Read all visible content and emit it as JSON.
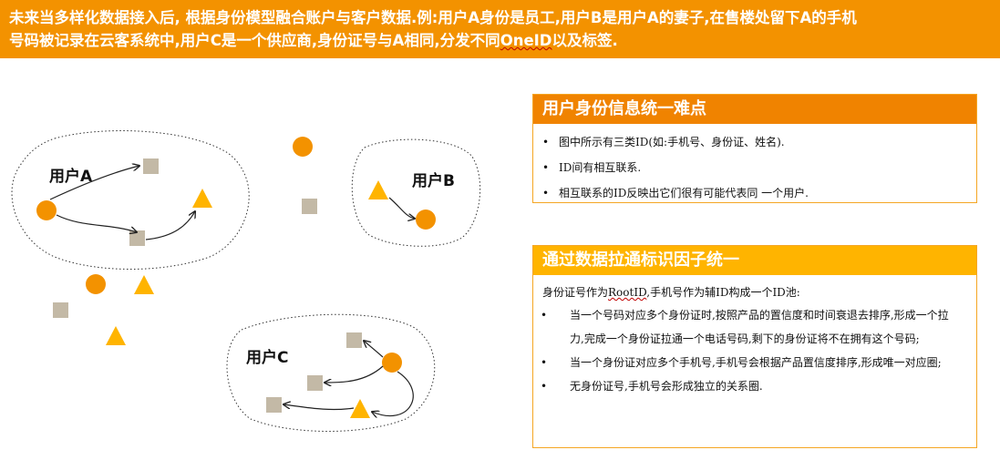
{
  "banner": {
    "line1": "未来当多样化数据接入后, 根据身份模型融合账户与客户数据.例:用户A身份是员工,用户B是用户A的妻子,在售楼处留下A的手机",
    "line2_pre": "号码被记录在云客系统中,用户C是一个供应商,身份证号与A相同,分发不同",
    "line2_oneid": "OneID",
    "line2_post": "以及标签."
  },
  "diagram": {
    "user_a": "用户A",
    "user_b": "用户B",
    "user_c": "用户C"
  },
  "panel1": {
    "title": "用户身份信息统一难点",
    "bullets": [
      "图中所示有三类ID(如:手机号、身份证、姓名).",
      "ID间有相互联系.",
      "相互联系的ID反映出它们很有可能代表同 一个用户."
    ]
  },
  "panel2": {
    "title": "通过数据拉通标识因子统一",
    "intro_pre": "身份证号作为",
    "intro_rootid": "RootID",
    "intro_post": ",手机号作为辅ID构成一个ID池:",
    "bullets": [
      "当一个号码对应多个身份证时,按照产品的置信度和时间衰退去排序,形成一个拉力,完成一个身份证拉通一个电话号码,剩下的身份证将不在拥有这个号码;",
      "当一个身份证对应多个手机号,手机号会根据产品置信度排序,形成唯一对应圈;",
      "无身份证号,手机号会形成独立的关系圈."
    ]
  },
  "colors": {
    "banner": "#f39200",
    "panel1_title": "#f08300",
    "panel2_title": "#ffb400",
    "circle": "#f39200",
    "triangle": "#ffb400",
    "square": "#c3b9a6"
  }
}
